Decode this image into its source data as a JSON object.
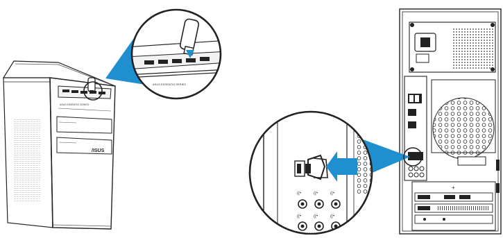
{
  "figure": {
    "front": {
      "brand_logo": "/ISUS",
      "panel_label": "ASUS  ESSENTIO  SERIES",
      "zoom_panel_label": "ASUS  ESSENTIO  SERIES"
    },
    "colors": {
      "accent": "#1f8fd0",
      "line": "#222222",
      "paper": "#ffffff"
    },
    "icons": [
      "usb-drive-icon",
      "insert-arrow-icon",
      "usb-plug-icon",
      "callout-arrow-icon"
    ]
  }
}
